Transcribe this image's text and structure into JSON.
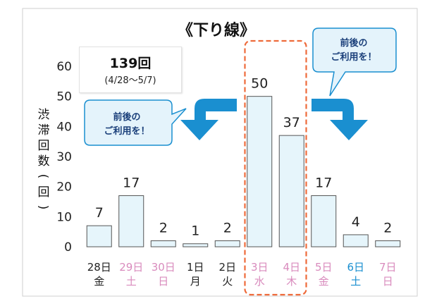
{
  "chart_data": {
    "type": "bar",
    "title": "《下り線》",
    "ylabel": "渋滞回数(回)",
    "ylim": [
      0,
      60
    ],
    "yticks": [
      0,
      10,
      20,
      30,
      40,
      50,
      60
    ],
    "grid": false,
    "categories": [
      {
        "day": "28日",
        "weekday": "金",
        "color": "#222222"
      },
      {
        "day": "29日",
        "weekday": "土",
        "color": "#d98bbd"
      },
      {
        "day": "30日",
        "weekday": "日",
        "color": "#d98bbd"
      },
      {
        "day": "1日",
        "weekday": "月",
        "color": "#222222"
      },
      {
        "day": "2日",
        "weekday": "火",
        "color": "#222222"
      },
      {
        "day": "3日",
        "weekday": "水",
        "color": "#d98bbd"
      },
      {
        "day": "4日",
        "weekday": "木",
        "color": "#d98bbd"
      },
      {
        "day": "5日",
        "weekday": "金",
        "color": "#d98bbd"
      },
      {
        "day": "6日",
        "weekday": "土",
        "color": "#1a8fd0"
      },
      {
        "day": "7日",
        "weekday": "日",
        "color": "#d98bbd"
      }
    ],
    "values": [
      7,
      17,
      2,
      1,
      2,
      50,
      37,
      17,
      4,
      2
    ],
    "bar_fill": "#e6f5fb",
    "bar_stroke": "#555555",
    "highlight_categories": [
      "3日",
      "4日"
    ],
    "highlight_color": "#ee6a3a",
    "summary": {
      "total": "139回",
      "period": "(4/28〜5/7)"
    },
    "annotations": [
      {
        "text": [
          "前後の",
          "ご利用を！"
        ]
      },
      {
        "text": [
          "前後の",
          "ご利用を！"
        ]
      }
    ],
    "annotation_color": "#1a8fd0",
    "callout_fill": "#e4f3fb"
  }
}
